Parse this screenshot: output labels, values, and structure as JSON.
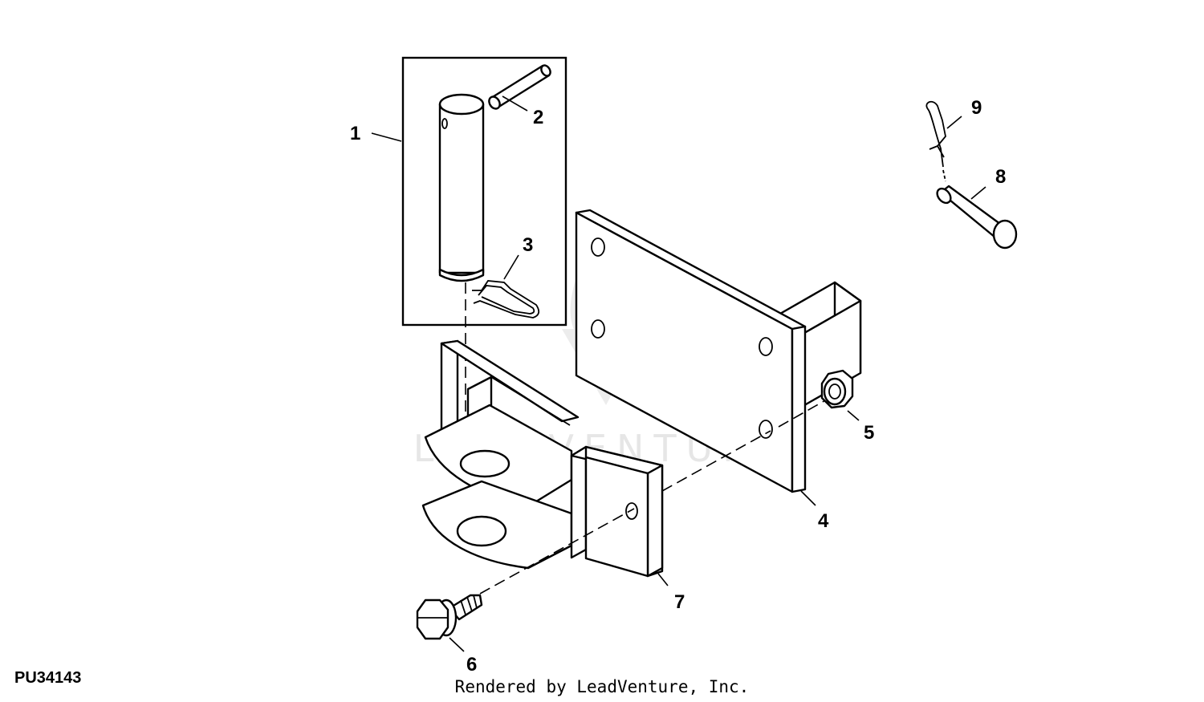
{
  "figure_id": "PU34143",
  "footer": "Rendered by LeadVenture, Inc.",
  "watermark": "LEADVENTURE",
  "callouts": [
    "1",
    "2",
    "3",
    "4",
    "5",
    "6",
    "7",
    "8",
    "9"
  ]
}
